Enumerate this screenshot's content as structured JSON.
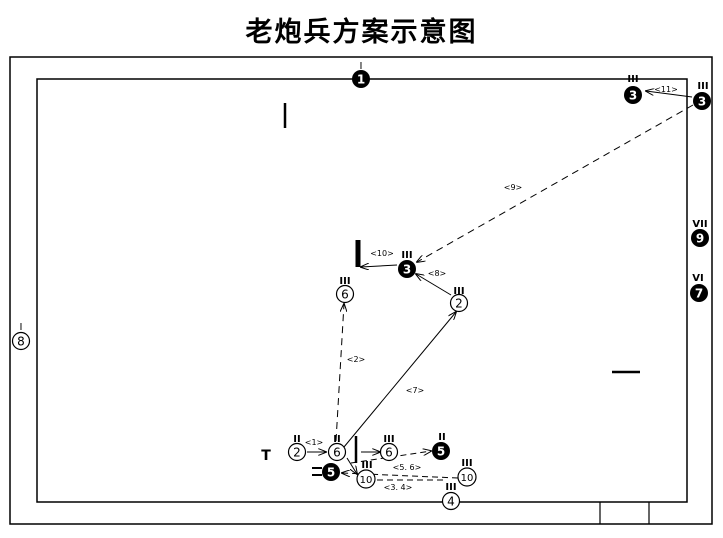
{
  "title": "老炮兵方案示意图",
  "marks": {
    "n1": "1",
    "n3a": "3",
    "n3b": "3",
    "n3c": "3",
    "n9": "9",
    "n7": "7",
    "n8": "8",
    "n6a": "6",
    "n2a": "2",
    "n2b": "2",
    "n6b": "6",
    "n6c": "6",
    "n5a": "5",
    "n5b": "5",
    "n10a": "10",
    "n10b": "10",
    "n4": "4"
  },
  "roman": {
    "r1": "I",
    "r3a": "III",
    "r3b": "III",
    "r3c": "III",
    "r9": "VII",
    "r7": "VI",
    "r8": "I",
    "r6a": "III",
    "r2a": "III",
    "r2b": "II",
    "r6b": "II",
    "r6c": "III",
    "r5": "II",
    "r10a": "III",
    "r10b": "III",
    "r4": "III"
  },
  "move_labels": {
    "m11": "<11>",
    "m9": "<9>",
    "m10": "<10>",
    "m8": "<8>",
    "m2": "<2>",
    "m7": "<7>",
    "m1": "<1>",
    "m56": "<5. 6>",
    "m34": "<3. 4>"
  },
  "letter_t": "T",
  "colors": {
    "line": "#000000",
    "background": "#ffffff"
  }
}
